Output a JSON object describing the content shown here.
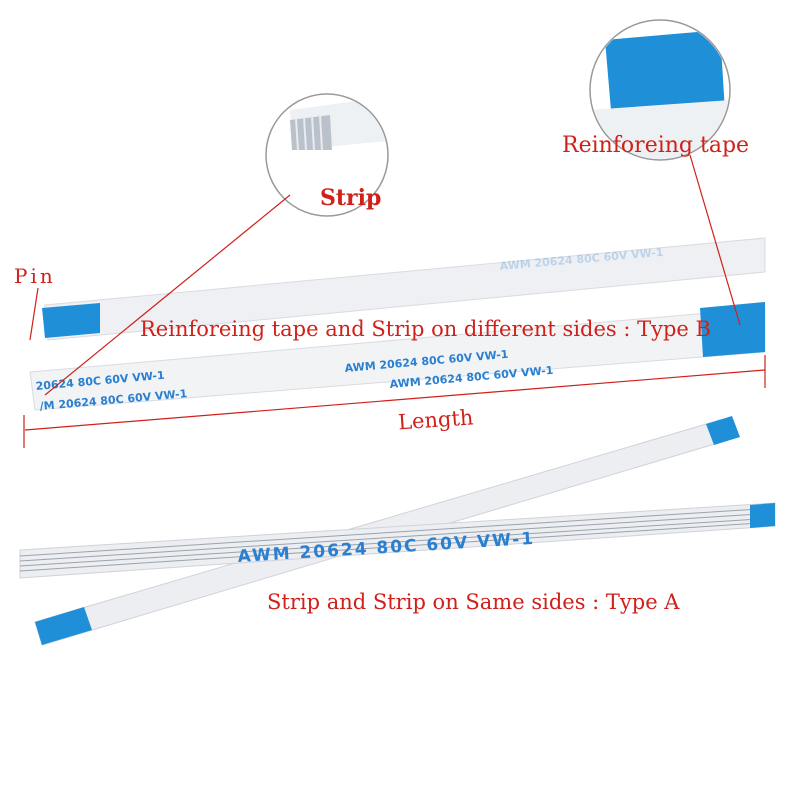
{
  "labels": {
    "pin": "Pin",
    "strip": "Strip",
    "reinforcing_tape": "Reinforeing tape",
    "type_b": "Reinforeing tape and Strip  on different sides : Type B",
    "length": "Length",
    "type_a": "Strip and Strip on Same sides : Type A"
  },
  "cable_print": {
    "b_upper": "AWM 20624 80C 60V VW-1",
    "b_lower_left": "20624  80C  60V  VW-1",
    "b_lower_left2": "/M  20624  80C  60V  VW-1",
    "b_lower_right": "AWM  20624  80C  60V  VW-1",
    "a_main": "AWM  20624  80C  60V  VW-1"
  },
  "colors": {
    "annotation": "#d0201a",
    "tape": "#1f8fd8",
    "cable": "#eef0f3",
    "print": "#2a7fd0"
  }
}
